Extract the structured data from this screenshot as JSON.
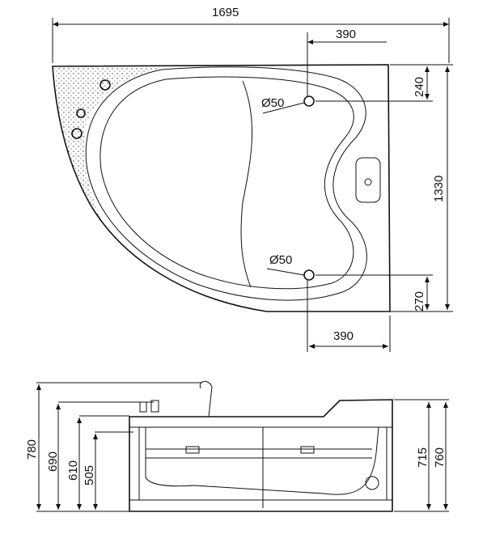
{
  "title": "Corner bathtub technical drawing",
  "top_view": {
    "width_total": "1695",
    "top_offset": "390",
    "bottom_offset": "390",
    "top_drain_offset": "240",
    "depth_total": "1330",
    "bottom_drain_offset": "270",
    "drain_top": "Ø50",
    "drain_bottom": "Ø50"
  },
  "side_view": {
    "h_780": "780",
    "h_690": "690",
    "h_610": "610",
    "h_505": "505",
    "h_715": "715",
    "h_760": "760"
  },
  "colors": {
    "line": "#111111",
    "background": "#ffffff"
  }
}
